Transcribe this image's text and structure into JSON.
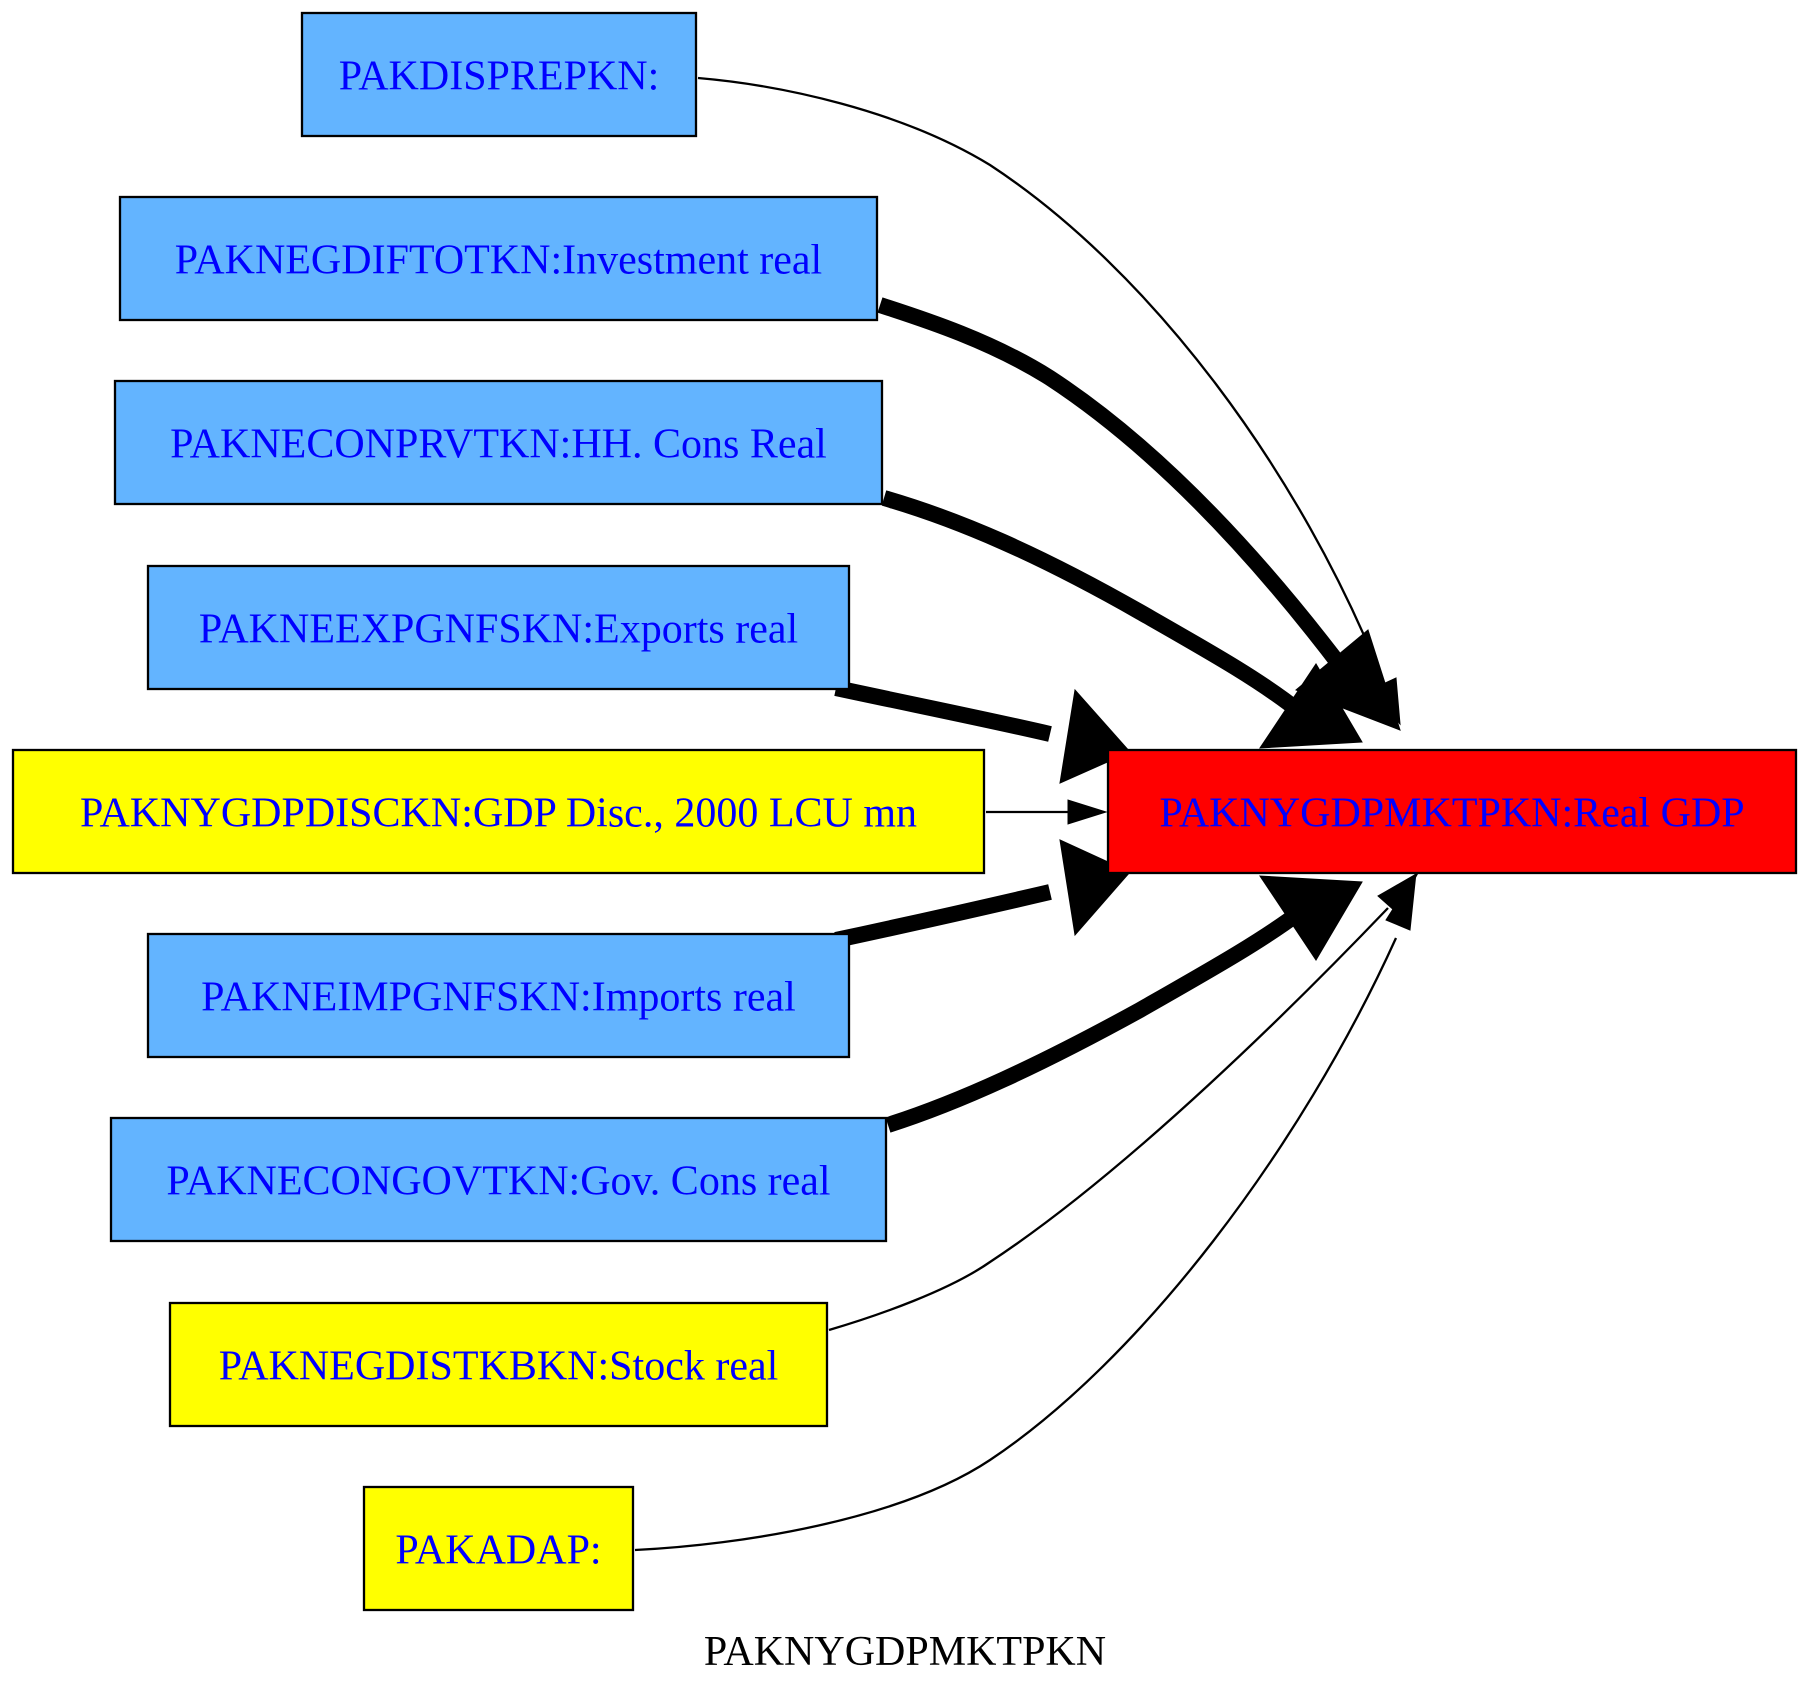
{
  "graph": {
    "caption": "PAKNYGDPMKTPKN"
  },
  "colors": {
    "label_text": "#0000ff",
    "blue_fill": "#63b4ff",
    "yellow_fill": "#ffff00",
    "red_fill": "#ff0000",
    "edge": "#000000"
  },
  "nodes": [
    {
      "id": "PAKDISPREPKN",
      "label": "PAKDISPREPKN:",
      "fill": "blue"
    },
    {
      "id": "PAKNEGDIFTOTKN",
      "label": "PAKNEGDIFTOTKN:Investment real",
      "fill": "blue"
    },
    {
      "id": "PAKNECONPRVTKN",
      "label": "PAKNECONPRVTKN:HH. Cons Real",
      "fill": "blue"
    },
    {
      "id": "PAKNEEXPGNFSKN",
      "label": "PAKNEEXPGNFSKN:Exports real",
      "fill": "blue"
    },
    {
      "id": "PAKNYGDPDISCKN",
      "label": "PAKNYGDPDISCKN:GDP Disc., 2000 LCU mn",
      "fill": "yellow"
    },
    {
      "id": "PAKNEIMPGNFSKN",
      "label": "PAKNEIMPGNFSKN:Imports real",
      "fill": "blue"
    },
    {
      "id": "PAKNECONGOVTKN",
      "label": "PAKNECONGOVTKN:Gov. Cons real",
      "fill": "blue"
    },
    {
      "id": "PAKNEGDISTKBKN",
      "label": "PAKNEGDISTKBKN:Stock real",
      "fill": "yellow"
    },
    {
      "id": "PAKADAP",
      "label": "PAKADAP:",
      "fill": "yellow"
    },
    {
      "id": "PAKNYGDPMKTPKN",
      "label": "PAKNYGDPMKTPKN:Real GDP",
      "fill": "red"
    }
  ],
  "edges": [
    {
      "from": "PAKDISPREPKN",
      "to": "PAKNYGDPMKTPKN",
      "weight": "thin"
    },
    {
      "from": "PAKNEGDIFTOTKN",
      "to": "PAKNYGDPMKTPKN",
      "weight": "thick"
    },
    {
      "from": "PAKNECONPRVTKN",
      "to": "PAKNYGDPMKTPKN",
      "weight": "thick"
    },
    {
      "from": "PAKNEEXPGNFSKN",
      "to": "PAKNYGDPMKTPKN",
      "weight": "thick"
    },
    {
      "from": "PAKNYGDPDISCKN",
      "to": "PAKNYGDPMKTPKN",
      "weight": "thin"
    },
    {
      "from": "PAKNEIMPGNFSKN",
      "to": "PAKNYGDPMKTPKN",
      "weight": "thick"
    },
    {
      "from": "PAKNECONGOVTKN",
      "to": "PAKNYGDPMKTPKN",
      "weight": "thick"
    },
    {
      "from": "PAKNEGDISTKBKN",
      "to": "PAKNYGDPMKTPKN",
      "weight": "thin"
    },
    {
      "from": "PAKADAP",
      "to": "PAKNYGDPMKTPKN",
      "weight": "thin"
    }
  ]
}
